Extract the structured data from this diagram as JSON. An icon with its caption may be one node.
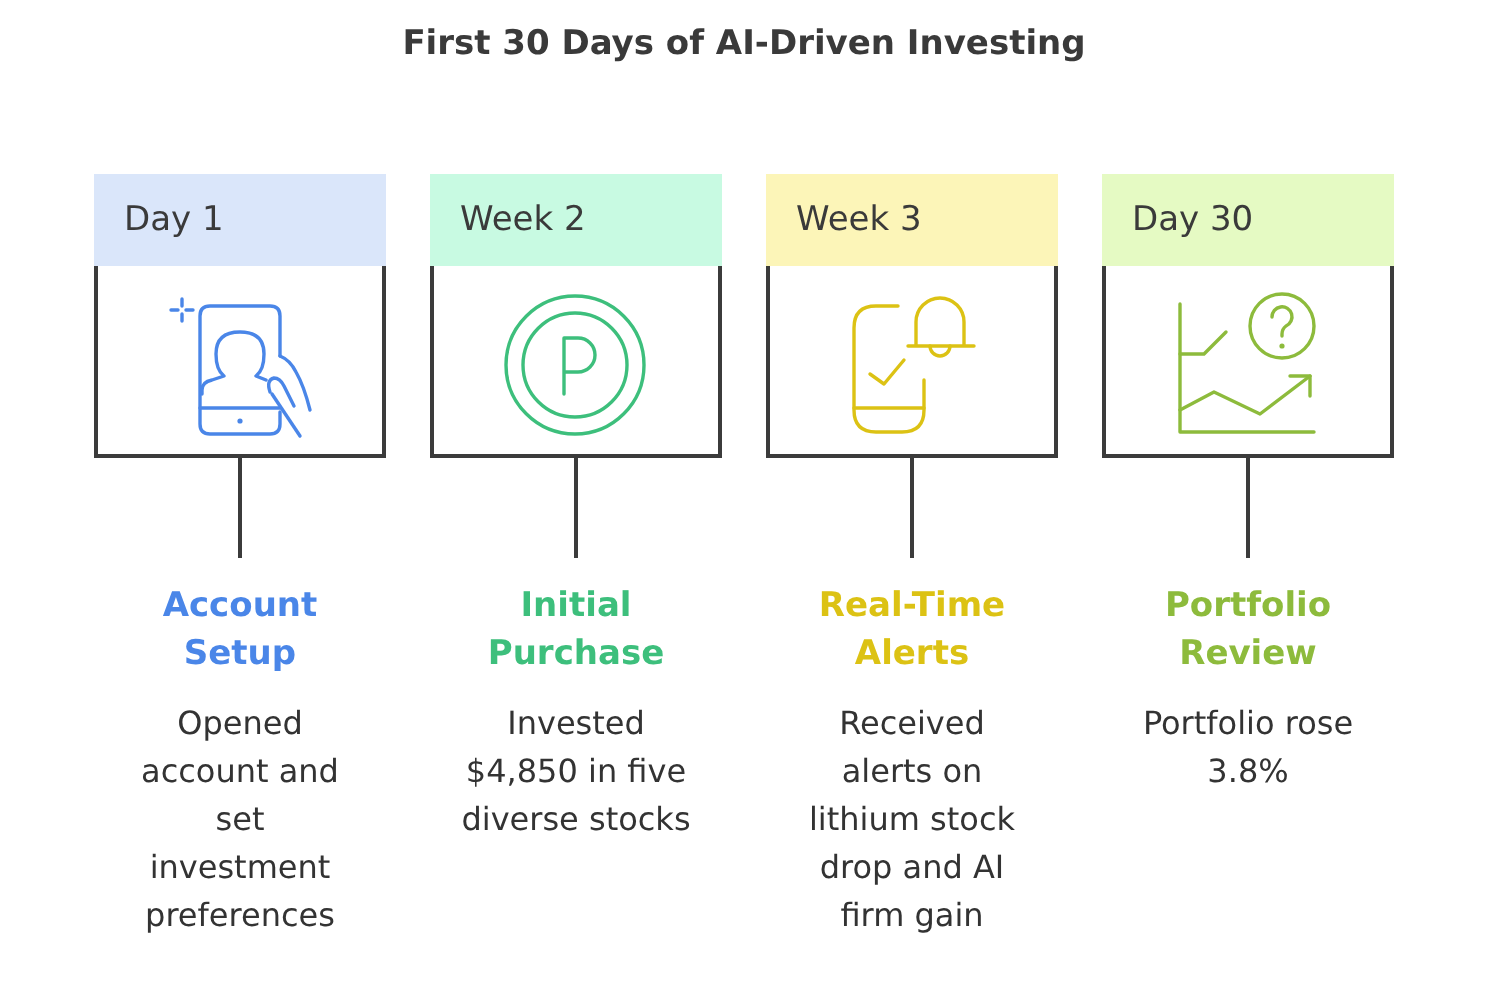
{
  "diagram": {
    "title": "First 30 Days of AI-Driven Investing",
    "nodes": [
      {
        "text": [
          "Day 1"
        ]
      },
      {
        "text": [
          "Week 2"
        ]
      },
      {
        "text": [
          "Week 3"
        ]
      },
      {
        "text": [
          "Day 30"
        ]
      },
      {
        "text": [
          "Account Setup",
          "Opened account and set investment preferences"
        ]
      },
      {
        "text": [
          "Initial Purchase",
          "Invested $4,850 in five diverse stocks"
        ]
      },
      {
        "text": [
          "Real-Time Alerts",
          "Received alerts on lithium stock drop and AI firm gain"
        ]
      },
      {
        "text": [
          "Portfolio Review",
          "Portfolio rose 3.8%"
        ]
      }
    ],
    "edges": [
      {
        "from": 0,
        "to": 4,
        "arrow": "none"
      },
      {
        "from": 1,
        "to": 5,
        "arrow": "none"
      },
      {
        "from": 2,
        "to": 6,
        "arrow": "none"
      },
      {
        "from": 3,
        "to": 7,
        "arrow": "none"
      }
    ]
  }
}
